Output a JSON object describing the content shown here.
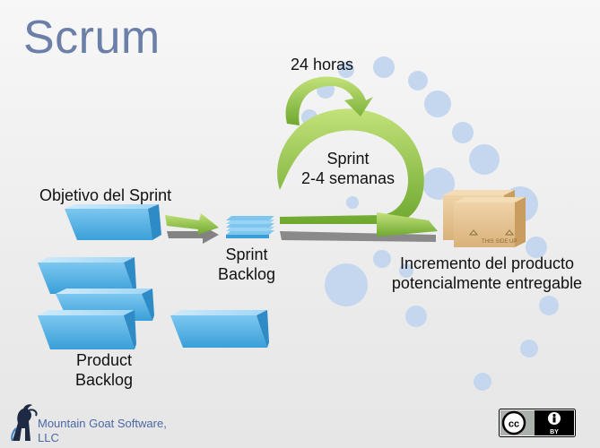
{
  "slide": {
    "title": "Scrum",
    "labels": {
      "daily": "24 horas",
      "sprint_line1": "Sprint",
      "sprint_line2": "2-4 semanas",
      "sprint_goal": "Objetivo del Sprint",
      "sprint_backlog_line1": "Sprint",
      "sprint_backlog_line2": "Backlog",
      "product_backlog_line1": "Product",
      "product_backlog_line2": "Backlog",
      "increment_line1": "Incremento del producto",
      "increment_line2": "potencialmente entregable"
    },
    "box_stamp": "THIS SIDE UP"
  },
  "footer": {
    "company_line1": "Mountain Goat Software,",
    "company_line2": "LLC",
    "license_by": "BY"
  },
  "colors": {
    "title": "#6b7fa8",
    "block_blue": "#4fb1e6",
    "arrow_green": "#8cc63f",
    "bubble_blue": "#c4d7ee",
    "footer_text": "#4a67a6"
  }
}
